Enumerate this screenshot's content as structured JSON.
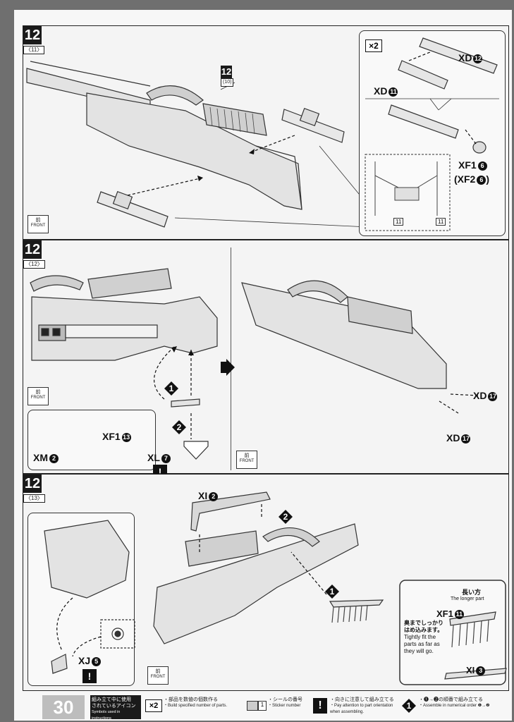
{
  "page": {
    "number": "30"
  },
  "steps": [
    {
      "main": "12",
      "sub": "〈11〉"
    },
    {
      "main": "12",
      "sub": "〈12〉"
    },
    {
      "main": "12",
      "sub": "〈13〉"
    }
  ],
  "ref_step": {
    "main": "12",
    "sub": "(10)"
  },
  "front": {
    "kanji": "前",
    "label": "FRONT"
  },
  "panel1": {
    "multiplier": "×2",
    "parts": {
      "xd12": {
        "code": "XD",
        "num": "12"
      },
      "xd11": {
        "code": "XD",
        "num": "11"
      },
      "xf16": {
        "code": "XF1",
        "num": "6"
      },
      "xf26": {
        "code": "(XF2",
        "num": "6",
        "close": ")"
      }
    },
    "sticker": "11"
  },
  "panel2": {
    "parts": {
      "xf113": {
        "code": "XF1",
        "num": "13"
      },
      "xm2": {
        "code": "XM",
        "num": "2"
      },
      "xl7": {
        "code": "XL",
        "num": "7"
      },
      "xd17a": {
        "code": "XD",
        "num": "17"
      },
      "xd17b": {
        "code": "XD",
        "num": "17"
      }
    },
    "orders": [
      "1",
      "2"
    ],
    "warn": "!"
  },
  "panel3": {
    "parts": {
      "xi2": {
        "code": "XI",
        "num": "2"
      },
      "xj5": {
        "code": "XJ",
        "num": "5"
      },
      "xf111": {
        "code": "XF1",
        "num": "11"
      },
      "xi3": {
        "code": "XI",
        "num": "3"
      }
    },
    "orders": [
      "1",
      "2"
    ],
    "warn": "!",
    "long_part_jp": "長い方",
    "long_part_en": "The longer part",
    "tight_jp_1": "奥までしっかり",
    "tight_jp_2": "はめ込みます。",
    "tight_en_1": "Tightly fit the",
    "tight_en_2": "parts as far as",
    "tight_en_3": "they will go."
  },
  "footer": {
    "legend_jp_1": "組み立て中に使用",
    "legend_jp_2": "されているアイコン",
    "legend_en": "Symbols used in instructions",
    "multiplier": "×2",
    "mult_jp": "・部品を数値の個数作る",
    "mult_en": "・Build specified number of parts.",
    "sticker_num": "1",
    "sticker_jp": "・シールの番号",
    "sticker_en": "・Sticker number",
    "warn": "!",
    "warn_jp": "・向きに注意して組み立てる",
    "warn_en_1": "・Pay attention to part orientation",
    "warn_en_2": "when assembling.",
    "order_num": "1",
    "order_jp": "・❶→❷の順番で組み立てる",
    "order_en": "・Assemble in numerical order ❶→❷"
  }
}
